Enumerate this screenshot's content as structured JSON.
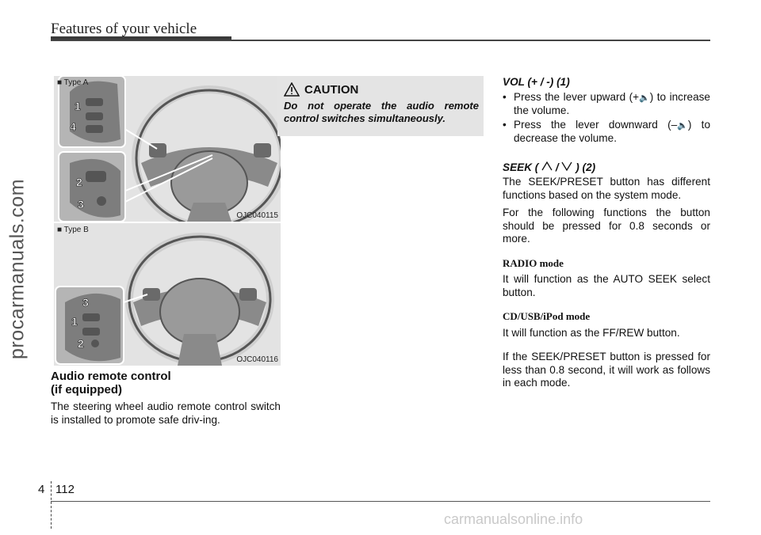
{
  "header": {
    "title": "Features of your vehicle"
  },
  "watermark_side": "procarmanuals.com",
  "figure_a": {
    "tag": "Type A",
    "code": "OJC040115",
    "callouts": [
      "1",
      "4",
      "2",
      "3"
    ]
  },
  "figure_b": {
    "tag": "Type B",
    "code": "OJC040116",
    "callouts": [
      "3",
      "1",
      "2"
    ]
  },
  "left": {
    "heading_line1": "Audio remote control",
    "heading_line2": "(if equipped)",
    "body": "The steering wheel audio remote control switch is installed to promote safe driv-ing."
  },
  "caution": {
    "title": "CAUTION",
    "text": "Do not operate the audio remote control switches simultaneously."
  },
  "right": {
    "vol_heading": "VOL (+ / -) (1)",
    "vol_b1_pre": "Press the lever upward (+",
    "vol_b1_post": ") to increase the volume.",
    "vol_b2_pre": "Press the lever downward (–",
    "vol_b2_post": ") to decrease the volume.",
    "seek_heading_pre": "SEEK (",
    "seek_heading_mid": "/",
    "seek_heading_post": ") (2)",
    "seek_p1": "The SEEK/PRESET button has different functions based on the system mode.",
    "seek_p2": "For the following functions the button should be pressed for 0.8 seconds or more.",
    "radio_title": "RADIO mode",
    "radio_text": "It will function as the AUTO SEEK select button.",
    "cd_title": "CD/USB/iPod mode",
    "cd_text": "It will function as the FF/REW button.",
    "short_press": "If the SEEK/PRESET button is pressed for less than 0.8 second, it will work as follows in each mode."
  },
  "footer": {
    "section": "4",
    "page": "112",
    "watermark": "carmanualsonline.info"
  },
  "icons": [
    "speaker-icon",
    "seek-up-icon",
    "seek-down-icon",
    "warning-triangle-icon",
    "square-bullet-icon"
  ]
}
